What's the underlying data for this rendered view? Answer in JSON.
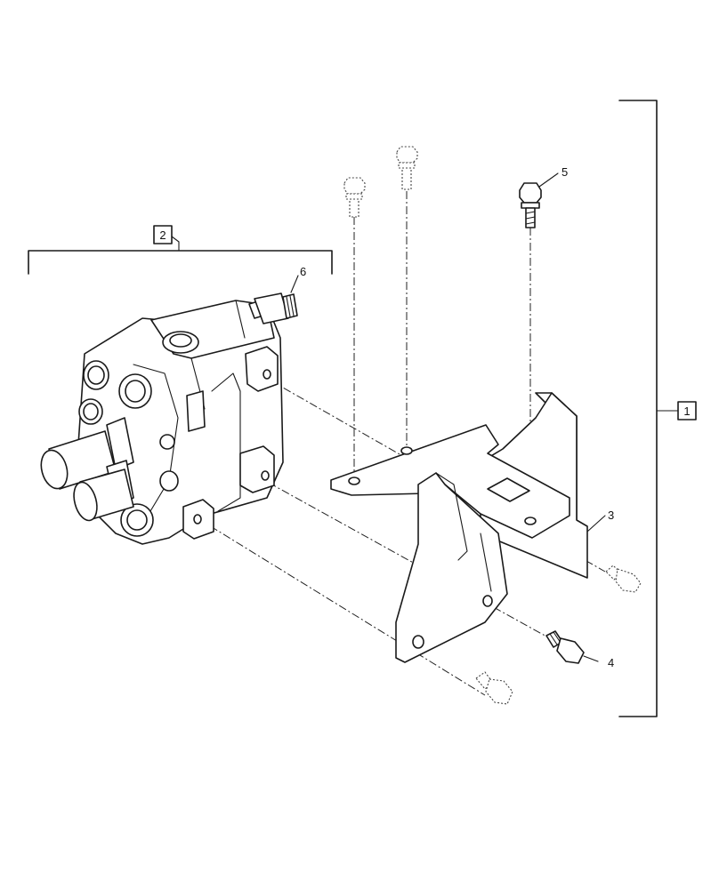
{
  "callouts": {
    "assembly": "1",
    "valve_assembly": "2",
    "bracket": "3",
    "bolt_side": "4",
    "bolt_top": "5",
    "fitting": "6"
  }
}
